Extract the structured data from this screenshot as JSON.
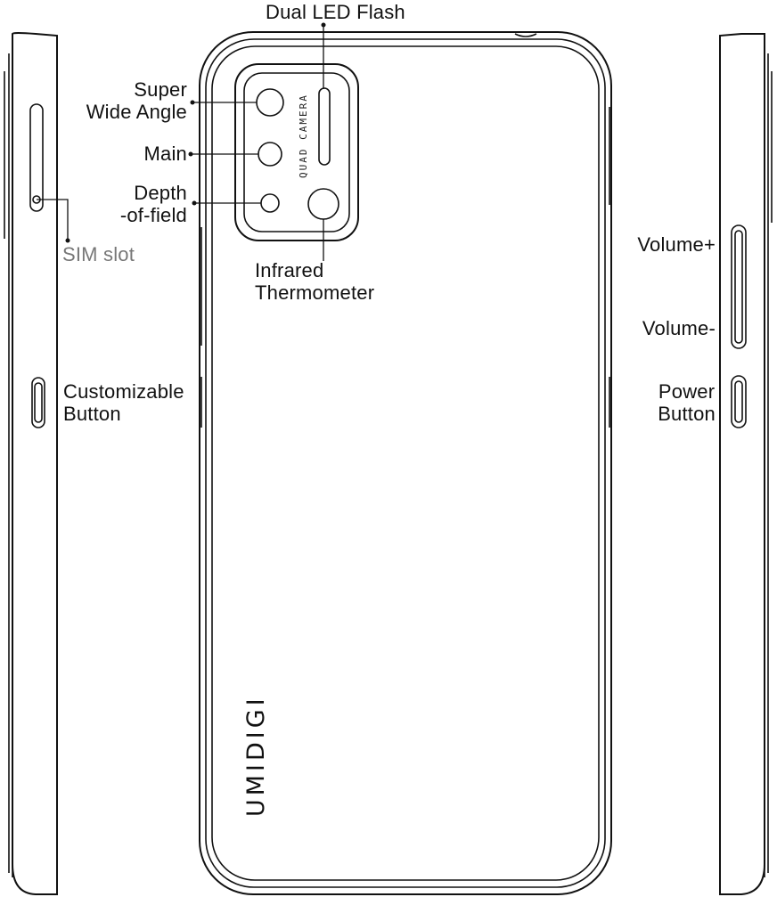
{
  "labels": {
    "dual_led_flash": "Dual LED Flash",
    "super_wide_angle": [
      "Super",
      "Wide Angle"
    ],
    "main": "Main",
    "depth_of_field": [
      "Depth",
      "-of-field"
    ],
    "infrared_thermometer": [
      "Infrared",
      "Thermometer"
    ],
    "sim_slot": "SIM slot",
    "customizable_button": [
      "Customizable",
      "Button"
    ],
    "volume_plus": "Volume+",
    "volume_minus": "Volume-",
    "power_button": [
      "Power",
      "Button"
    ]
  },
  "camera_module_text": "QUAD CAMERA",
  "brand_logo_text": "UMIDIGI"
}
